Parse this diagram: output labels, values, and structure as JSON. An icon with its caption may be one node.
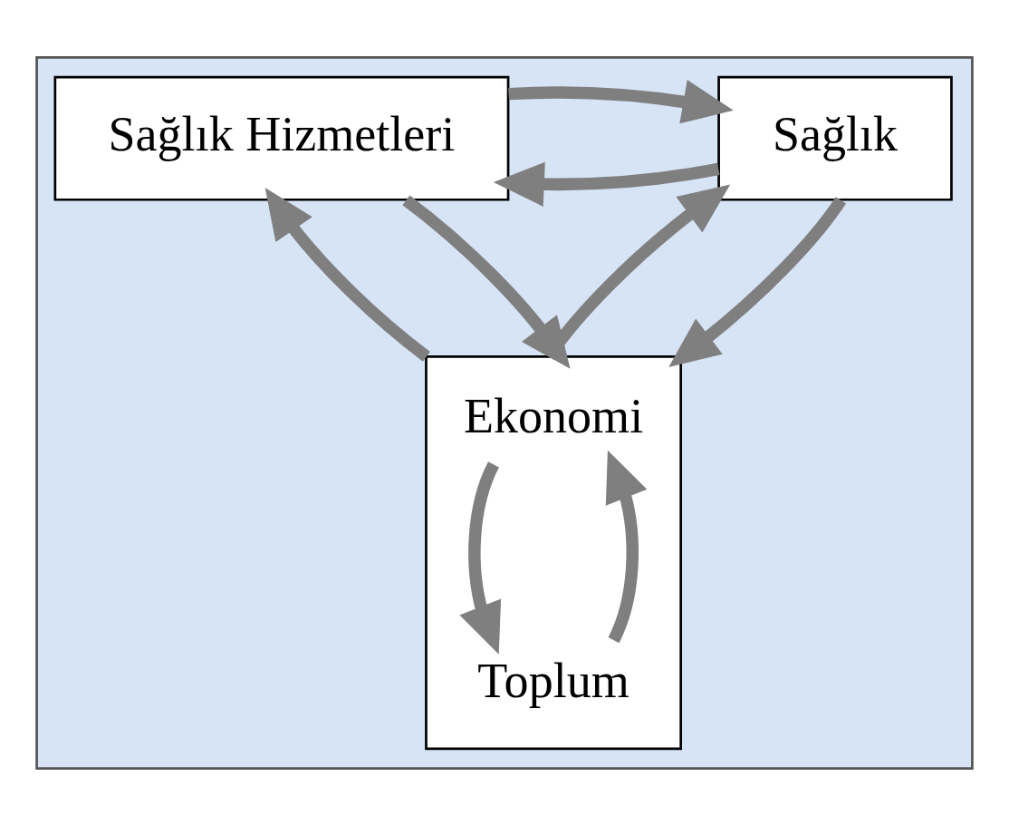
{
  "diagram": {
    "nodes": [
      {
        "text": [],
        "shape": "triangle"
      },
      {
        "text": [
          "Sağlık"
        ],
        "in": 0
      },
      {
        "text": [
          "Sağlık Hizmetleri"
        ],
        "in": 0
      },
      {
        "text": [],
        "shape": "box",
        "in": 0
      },
      {
        "text": [
          "Ekonomi"
        ],
        "in": 3
      },
      {
        "text": [
          "Toplum"
        ],
        "in": 3
      }
    ],
    "edges": [
      {
        "from": 1,
        "to": 2,
        "arrow": "to"
      },
      {
        "from": 2,
        "to": 1,
        "arrow": "to"
      },
      {
        "from": 1,
        "to": 3,
        "arrow": "to"
      },
      {
        "from": 3,
        "to": 1,
        "arrow": "to"
      },
      {
        "from": 2,
        "to": 3,
        "arrow": "to"
      },
      {
        "from": 3,
        "to": 2,
        "arrow": "to"
      },
      {
        "from": 5,
        "to": 4,
        "arrow": "to"
      },
      {
        "from": 4,
        "to": 5,
        "arrow": "to"
      }
    ]
  }
}
